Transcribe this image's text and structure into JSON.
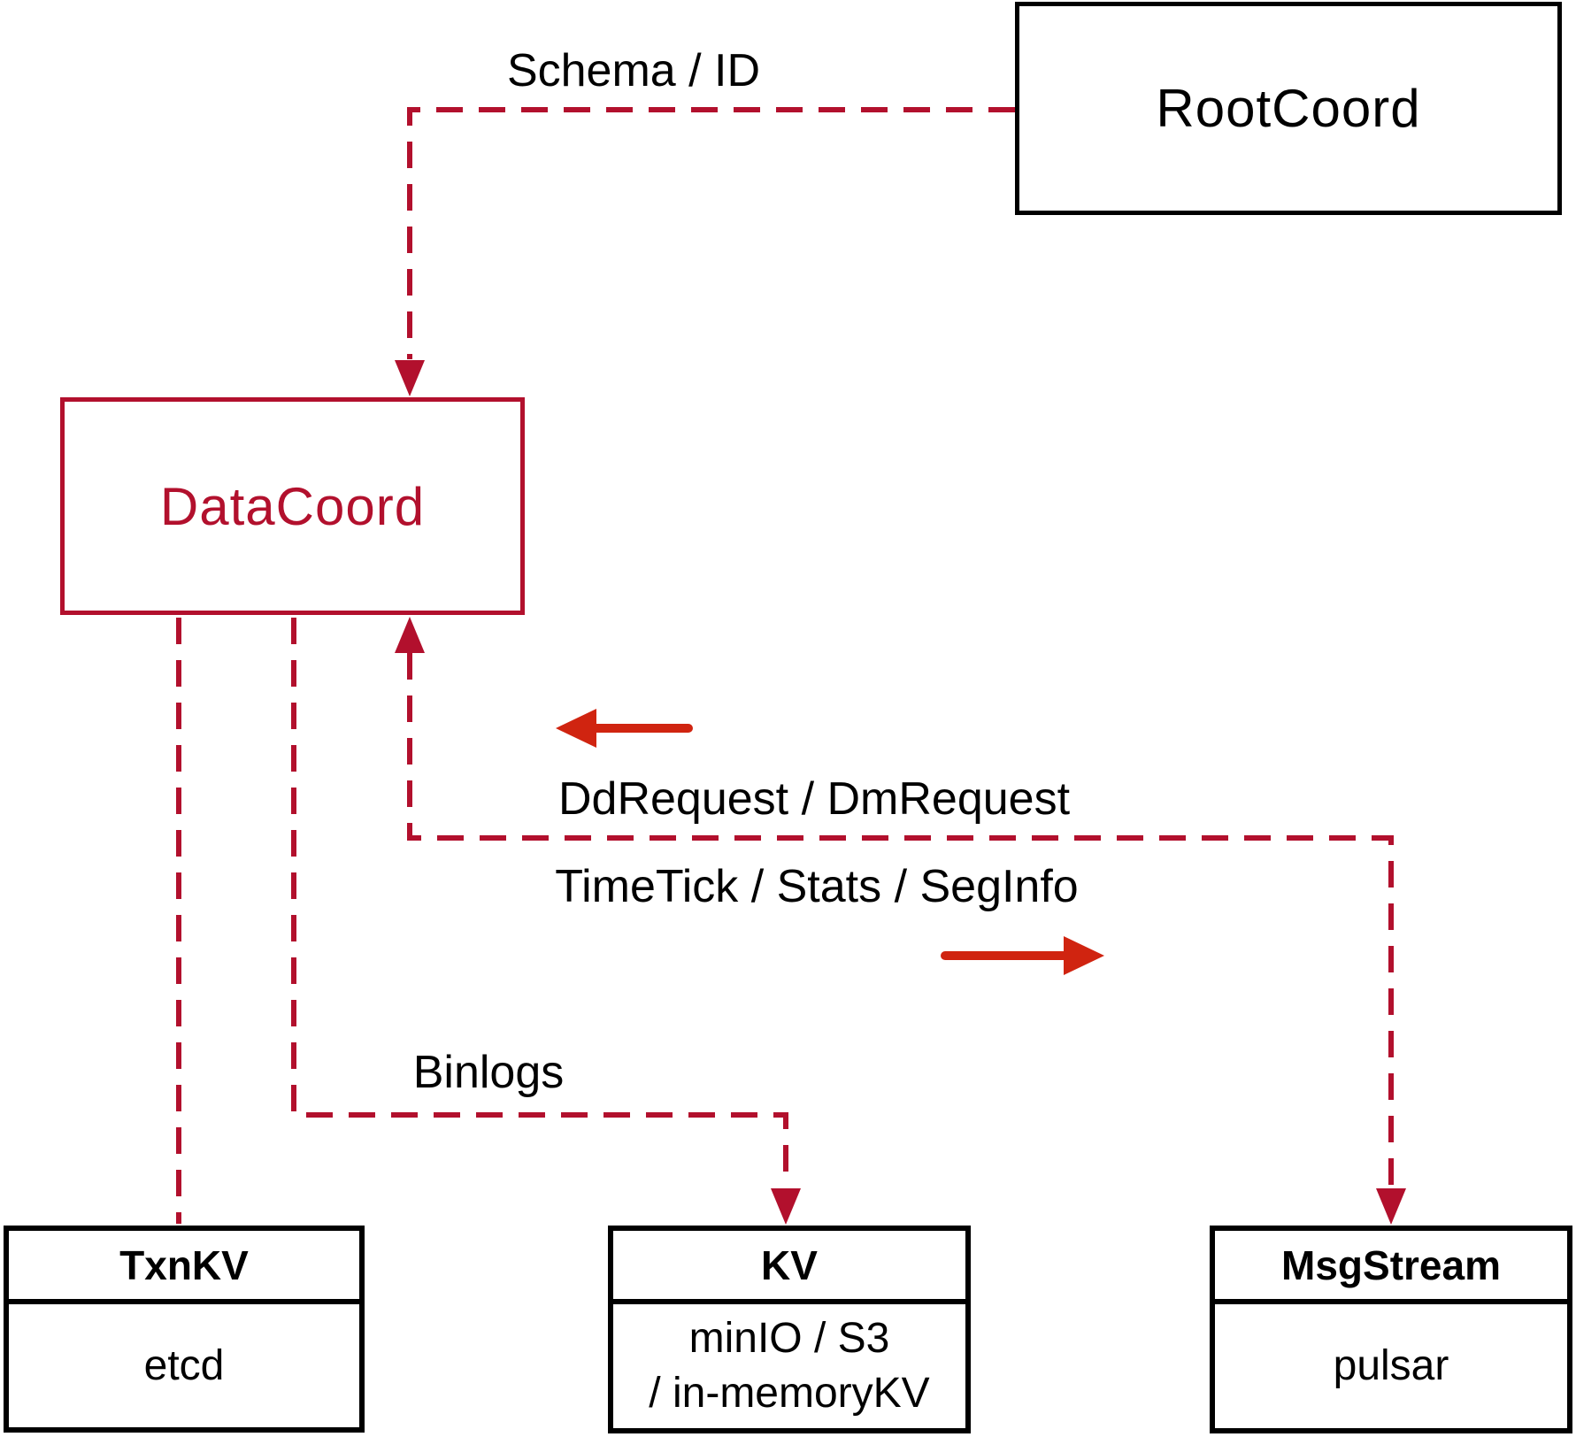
{
  "colors": {
    "connector_crimson": "#b2102d",
    "arrow_red": "#d02410",
    "box_black": "#000000",
    "text_black": "#000000"
  },
  "nodes": {
    "rootcoord": {
      "label": "RootCoord"
    },
    "datacoord": {
      "label": "DataCoord"
    },
    "txnkv": {
      "title": "TxnKV",
      "body": "etcd"
    },
    "kv": {
      "title": "KV",
      "body_line1": "minIO / S3",
      "body_line2": "/ in-memoryKV"
    },
    "msgstream": {
      "title": "MsgStream",
      "body": "pulsar"
    }
  },
  "edge_labels": {
    "schema_id": "Schema / ID",
    "dd_request": "DdRequest / DmRequest",
    "timetick": "TimeTick / Stats / SegInfo",
    "binlogs": "Binlogs"
  }
}
